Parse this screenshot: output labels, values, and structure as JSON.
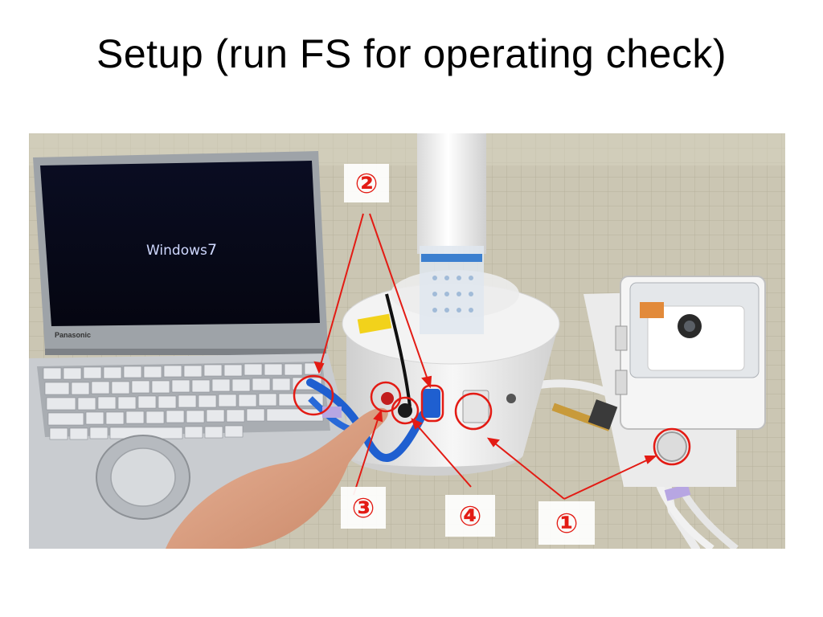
{
  "slide": {
    "title": "Setup (run FS for operating check)"
  },
  "photo": {
    "laptop_screen_text": "Windows",
    "laptop_screen_version": "7",
    "laptop_brand": "Panasonic",
    "callouts": {
      "one": "①",
      "two": "②",
      "three": "③",
      "four": "④"
    },
    "colors": {
      "annotation": "#e31b14",
      "cable": "#1f5fd0",
      "device_white": "#eeeeee",
      "mat": "#c9c4b0"
    }
  }
}
